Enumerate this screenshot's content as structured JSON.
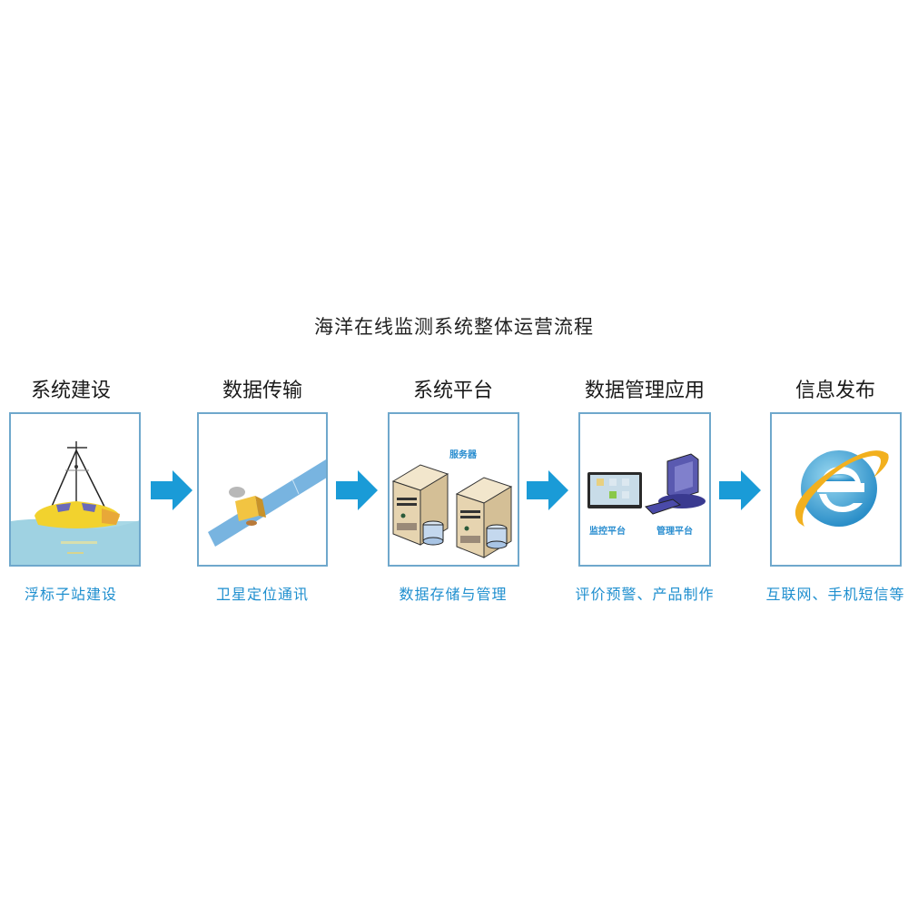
{
  "title": "海洋在线监测系统整体运营流程",
  "colors": {
    "arrow": "#1a9bd7",
    "box_border": "#6fa8cc",
    "caption": "#1f8fcf",
    "water": "#a8d8e6",
    "buoy": "#f2d22e"
  },
  "stages": [
    {
      "heading": "系统建设",
      "caption": "浮标子站建设",
      "icon": "buoy-icon"
    },
    {
      "heading": "数据传输",
      "caption": "卫星定位通讯",
      "icon": "satellite-icon"
    },
    {
      "heading": "系统平台",
      "caption": "数据存储与管理",
      "icon": "server-icon",
      "inner_label": "服务器"
    },
    {
      "heading": "数据管理应用",
      "caption": "评价预警、产品制作",
      "icon": "monitor-computer-icon",
      "inner_labels": [
        "监控平台",
        "管理平台"
      ]
    },
    {
      "heading": "信息发布",
      "caption": "互联网、手机短信等",
      "icon": "internet-explorer-icon"
    }
  ],
  "arrows": [
    "arrow-right-icon",
    "arrow-right-icon",
    "arrow-right-icon",
    "arrow-right-icon"
  ]
}
